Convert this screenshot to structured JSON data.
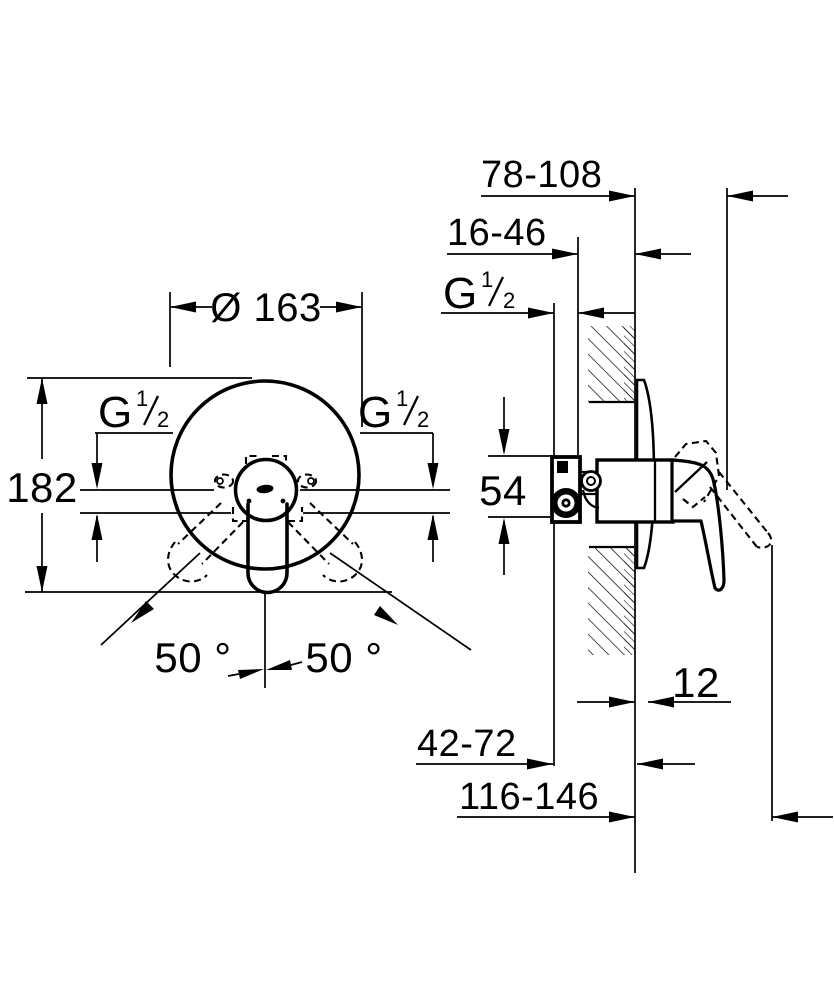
{
  "front_view": {
    "diameter": "Ø 163",
    "height": "182",
    "angle_left": "50 °",
    "angle_right": "50 °"
  },
  "side_view": {
    "handle_depth_range": "78-108",
    "mounting_depth_range": "16-46",
    "body_height": "54",
    "plate_thickness": "12",
    "connection_depth_range": "42-72",
    "overall_depth_range": "116-146"
  },
  "thread": {
    "letter": "G",
    "numerator": "1",
    "denominator": "2"
  },
  "colors": {
    "line": "#000000",
    "background": "#ffffff"
  }
}
